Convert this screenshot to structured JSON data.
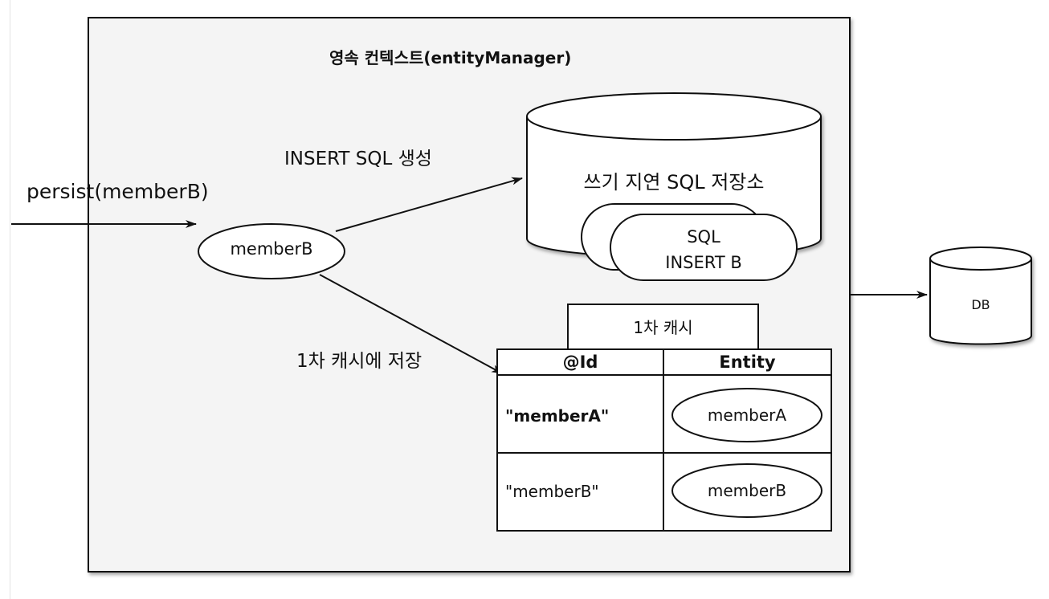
{
  "context": {
    "title": "영속 컨텍스트(entityManager)"
  },
  "call": {
    "label": "persist(memberB)"
  },
  "entity": {
    "label": "memberB"
  },
  "arrows": {
    "insert_sql": "INSERT SQL 생성",
    "save_cache": "1차 캐시에 저장"
  },
  "write_store": {
    "label": "쓰기 지연 SQL 저장소",
    "sql_line1": "SQL",
    "sql_line2": "INSERT B"
  },
  "db": {
    "label": "DB"
  },
  "cache": {
    "title": "1차 캐시",
    "headers": {
      "id": "@Id",
      "entity": "Entity"
    },
    "rows": [
      {
        "id": "\"memberA\"",
        "entity": "memberA"
      },
      {
        "id": "\"memberB\"",
        "entity": "memberB"
      }
    ]
  }
}
